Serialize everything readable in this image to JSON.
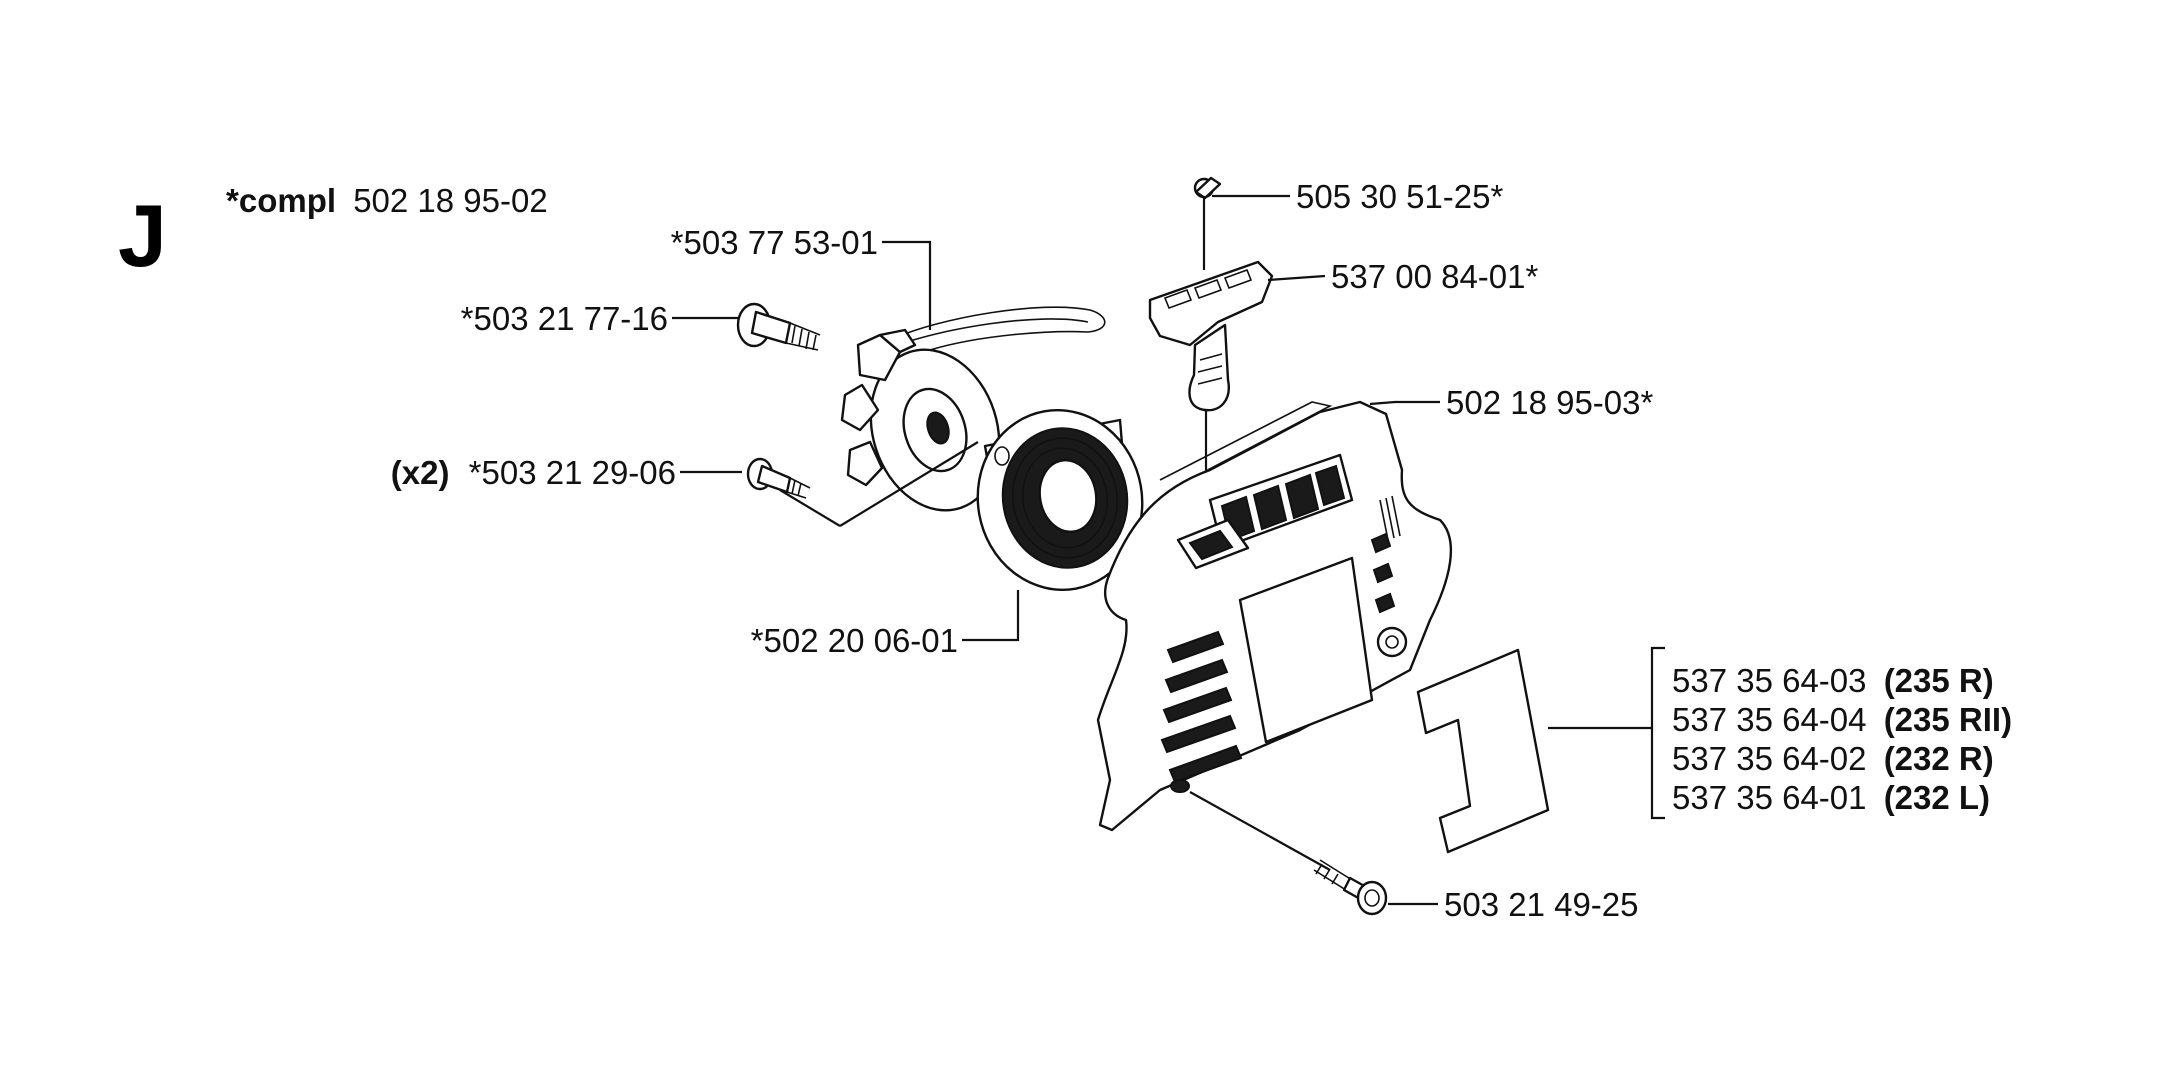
{
  "section": {
    "letter": "J"
  },
  "compl": {
    "prefix": "*compl",
    "number": "502 18 95-02"
  },
  "labels": {
    "starter_pulley": "*503 77 53-01",
    "pulley_screw": "*503 21 77-16",
    "spring_screw_qty": "(x2)",
    "spring_screw": "*503 21 29-06",
    "spring_cassette": "*502 20 06-01",
    "handle_pin": "505 30 51-25*",
    "start_handle": "537 00 84-01*",
    "starter_housing": "502 18 95-03*",
    "housing_screw": "503 21 49-25"
  },
  "decal_options": [
    {
      "number": "537 35 64-03",
      "model": "(235 R)"
    },
    {
      "number": "537 35 64-04",
      "model": "(235 RII)"
    },
    {
      "number": "537 35 64-02",
      "model": "(232 R)"
    },
    {
      "number": "537 35 64-01",
      "model": "(232 L)"
    }
  ]
}
